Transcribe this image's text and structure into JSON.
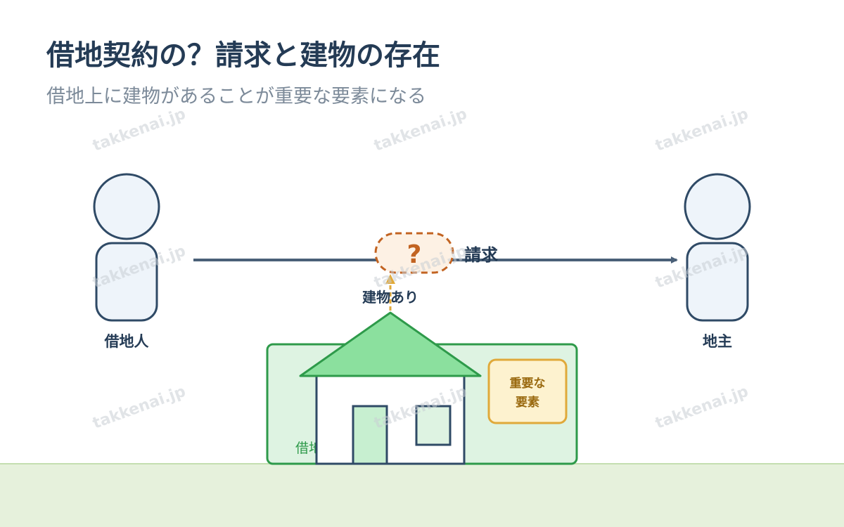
{
  "header": {
    "title": "借地契約の？請求と建物の存在",
    "subtitle": "借地上に建物があることが重要な要素になる"
  },
  "parties": {
    "left_label": "借地人",
    "right_label": "地主"
  },
  "arrow": {
    "question": "?",
    "label": "請求"
  },
  "building": {
    "indicator_label": "建物あり",
    "important_line1": "重要な",
    "important_line2": "要素",
    "land_label": "借地"
  },
  "watermark": {
    "text": "takkenai.jp"
  },
  "colors": {
    "navy": "#2f4a66",
    "arrow": "#4a6078",
    "orange": "#c26321",
    "green": "#2e9a4a",
    "roof": "#8be09e",
    "gold": "#e0a93a"
  }
}
